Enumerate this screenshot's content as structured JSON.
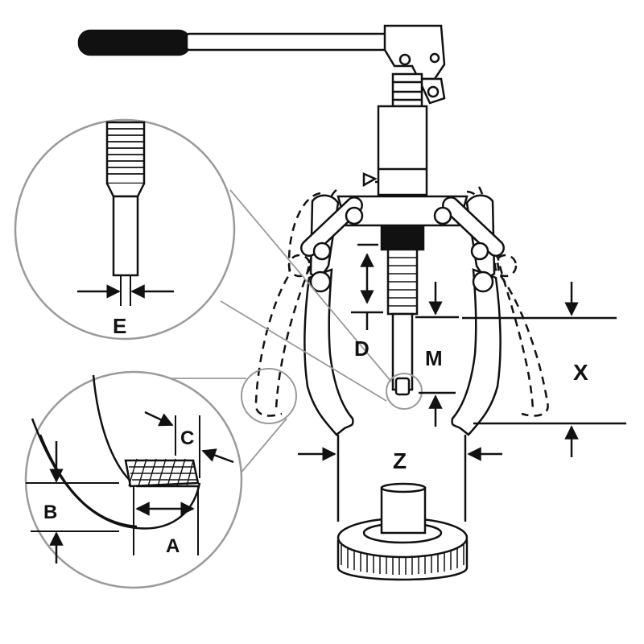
{
  "labels": {
    "e": "E",
    "c": "C",
    "b": "B",
    "a": "A",
    "d": "D",
    "m": "M",
    "x": "X",
    "z": "Z"
  },
  "colors": {
    "ink": "#111111",
    "circle_outline": "#9a9a9a",
    "paper": "#ffffff"
  }
}
